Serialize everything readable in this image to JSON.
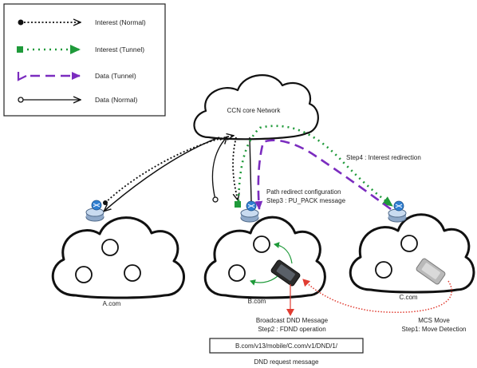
{
  "legend": {
    "items": [
      {
        "label": "Interest (Normal)"
      },
      {
        "label": "Interest (Tunnel)"
      },
      {
        "label": "Data (Tunnel)"
      },
      {
        "label": "Data (Normal)"
      }
    ]
  },
  "core": {
    "label": "CCN core Network"
  },
  "domains": [
    {
      "label": "A.com"
    },
    {
      "label": "B.com"
    },
    {
      "label": "C.com"
    }
  ],
  "annotations": {
    "step4": "Step4 : Interest redirection",
    "path_redirect": "Path redirect configuration",
    "step3": "Step3 : PU_PACK message",
    "broadcast": "Broadcast DND Message",
    "step2": "Step2 : FDND operation",
    "mcs_move": "MCS Move",
    "step1": "Step1: Move Detection",
    "dnd_name": "B.com/v13/mobile/C.com/v1/DND/1/",
    "dnd_caption": "DND request message"
  },
  "colors": {
    "interest_normal": "#111111",
    "interest_tunnel": "#1f9a3a",
    "data_tunnel": "#7b2cbf",
    "data_normal": "#111111",
    "move_detection": "#e03c31"
  }
}
